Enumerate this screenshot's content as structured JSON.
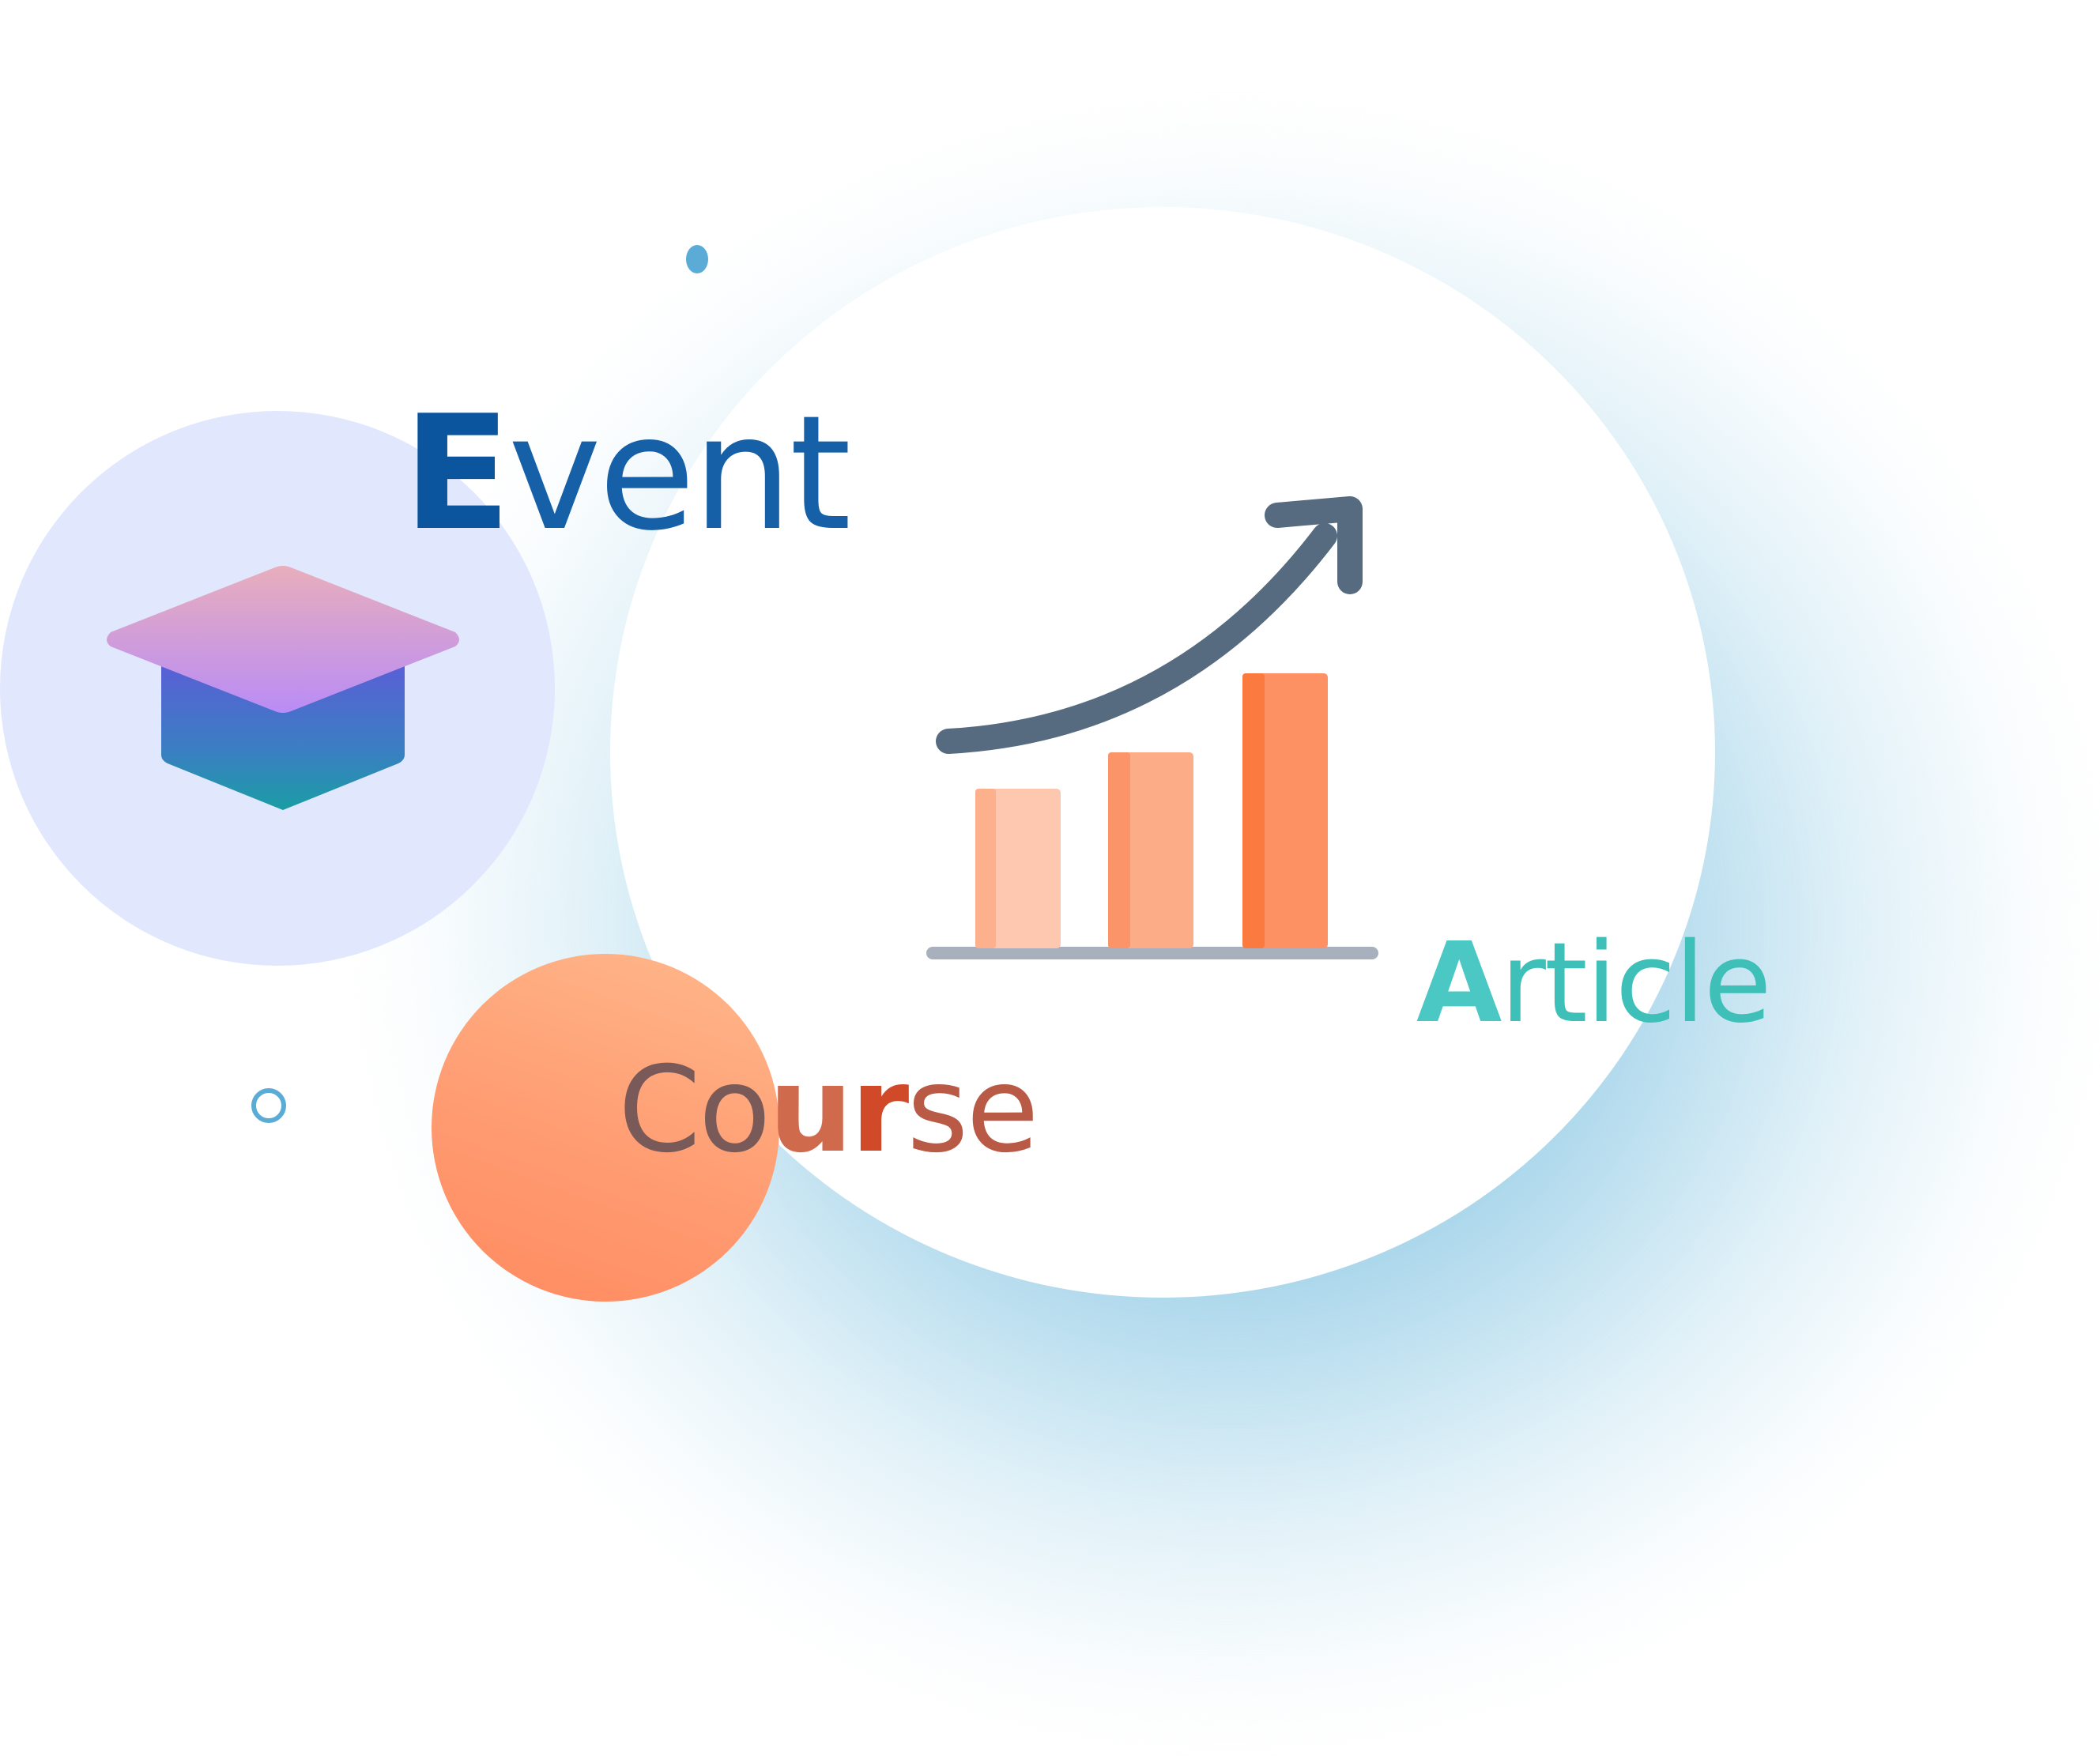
{
  "labels": {
    "event_first": "E",
    "event_rest": "vent",
    "course_1": "Co",
    "course_2": "u",
    "course_3": "r",
    "course_4": "se",
    "article_first": "A",
    "article_rest": "rticle"
  },
  "icons": {
    "chart": "growth-chart-icon",
    "cap": "graduation-cap-icon",
    "dot": "dot-decoration",
    "ring": "ring-decoration"
  },
  "colors": {
    "event": "#0b5aa6",
    "course_orange": "#ff9c72",
    "article_teal": "#4cc8c4",
    "lavender": "#e1e7fd",
    "glow_blue": "#78bedc"
  }
}
